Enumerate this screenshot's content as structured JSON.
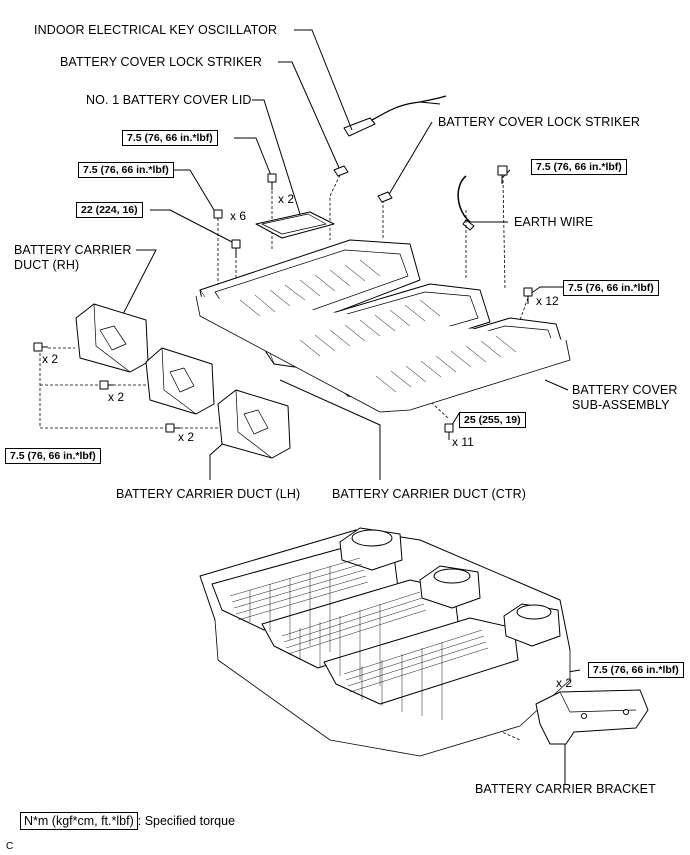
{
  "labels": {
    "indoor_oscillator": "INDOOR ELECTRICAL KEY OSCILLATOR",
    "lock_striker_1": "BATTERY COVER LOCK STRIKER",
    "cover_lid": "NO. 1 BATTERY COVER LID",
    "lock_striker_2": "BATTERY COVER LOCK STRIKER",
    "earth_wire": "EARTH WIRE",
    "carrier_duct_rh_1": "BATTERY CARRIER",
    "carrier_duct_rh_2": "DUCT (RH)",
    "cover_sub_1": "BATTERY COVER",
    "cover_sub_2": "SUB-ASSEMBLY",
    "carrier_duct_lh": "BATTERY CARRIER DUCT (LH)",
    "carrier_duct_ctr": "BATTERY CARRIER DUCT (CTR)",
    "carrier_bracket": "BATTERY CARRIER BRACKET"
  },
  "torques": {
    "t1": "7.5 (76, 66 in.*lbf)",
    "t2": "7.5 (76, 66 in.*lbf)",
    "t3": "22 (224, 16)",
    "t4": "7.5 (76, 66 in.*lbf)",
    "t5": "7.5 (76, 66 in.*lbf)",
    "t6": "25 (255, 19)",
    "t7": "7.5 (76, 66 in.*lbf)",
    "t8": "7.5 (76, 66 in.*lbf)"
  },
  "quantities": {
    "q_lid_bolt": "x 2",
    "q_nut": "x 6",
    "q_earth": "x 12",
    "q_rh": "x 2",
    "q_ctr": "x 2",
    "q_lh": "x 2",
    "q_cover": "x 11",
    "q_bracket": "x 2"
  },
  "legend": {
    "unit": "N*m (kgf*cm, ft.*lbf)",
    "text": ": Specified torque"
  },
  "figure_code": "C"
}
